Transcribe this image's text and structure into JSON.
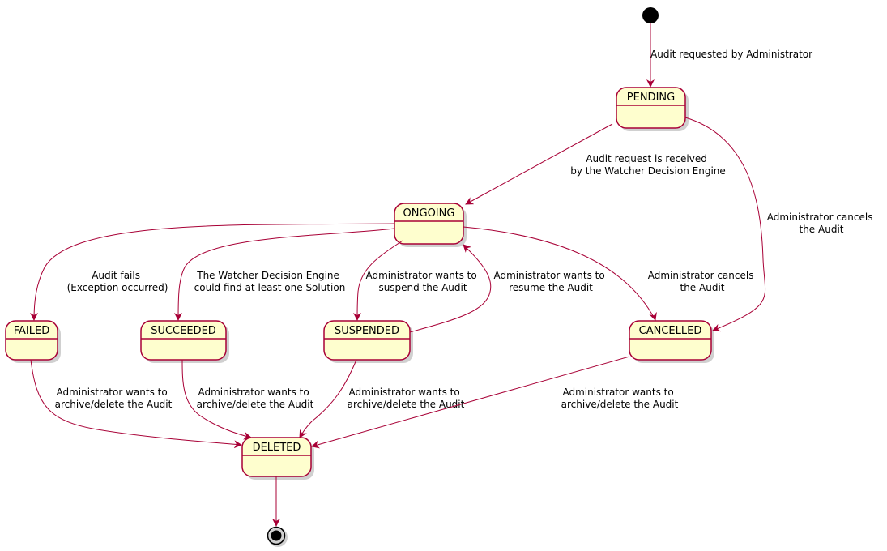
{
  "colors": {
    "state_fill": "#FEFECE",
    "state_border": "#A80036",
    "edge": "#A80036",
    "node_shadow": "#D0D0D0",
    "start_fill": "#000000",
    "background": "#FFFFFF"
  },
  "states": {
    "pending": "PENDING",
    "ongoing": "ONGOING",
    "failed": "FAILED",
    "succeeded": "SUCCEEDED",
    "suspended": "SUSPENDED",
    "cancelled": "CANCELLED",
    "deleted": "DELETED"
  },
  "transitions": {
    "start_to_pending": [
      "Audit requested by Administrator"
    ],
    "pending_to_ongoing": [
      "Audit request is received",
      "by the Watcher Decision Engine"
    ],
    "pending_to_cancelled": [
      "Administrator cancels",
      "the Audit"
    ],
    "ongoing_to_failed": [
      "Audit fails",
      "(Exception occurred)"
    ],
    "ongoing_to_succeeded": [
      "The Watcher Decision Engine",
      "could find at least one Solution"
    ],
    "ongoing_to_suspended": [
      "Administrator wants to",
      "suspend the Audit"
    ],
    "suspended_to_ongoing": [
      "Administrator wants to",
      "resume the Audit"
    ],
    "ongoing_to_cancelled": [
      "Administrator cancels",
      "the Audit"
    ],
    "failed_to_deleted": [
      "Administrator wants to",
      "archive/delete the Audit"
    ],
    "succeeded_to_deleted": [
      "Administrator wants to",
      "archive/delete the Audit"
    ],
    "suspended_to_deleted": [
      "Administrator wants to",
      "archive/delete the Audit"
    ],
    "cancelled_to_deleted": [
      "Administrator wants to",
      "archive/delete the Audit"
    ]
  }
}
